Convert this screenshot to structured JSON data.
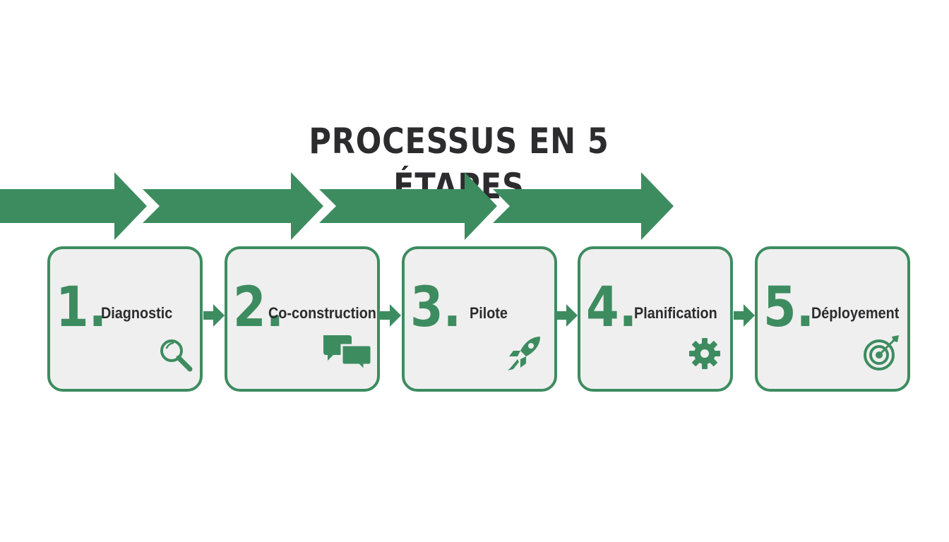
{
  "title": "PROCESSUS EN 5 ÉTAPES",
  "colors": {
    "accent": "#3d8c60",
    "text": "#2c2c2e",
    "box_fill": "#efefef",
    "background": "#ffffff"
  },
  "steps": [
    {
      "number": "1.",
      "label": "Diagnostic",
      "icon": "magnifying-glass-icon"
    },
    {
      "number": "2.",
      "label": "Co-construction",
      "icon": "speech-bubbles-icon"
    },
    {
      "number": "3.",
      "label": "Pilote",
      "icon": "rocket-icon"
    },
    {
      "number": "4.",
      "label": "Planification",
      "icon": "gear-icon"
    },
    {
      "number": "5.",
      "label": "Déployement",
      "icon": "target-icon"
    }
  ]
}
